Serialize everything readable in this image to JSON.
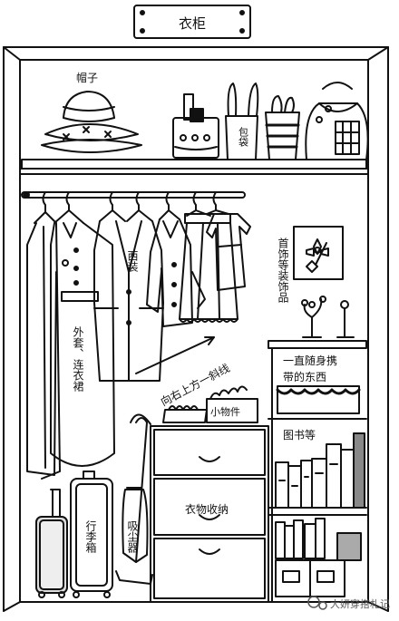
{
  "title": "衣柜",
  "labels": {
    "hat": "帽子",
    "bag": "包袋",
    "suit": "西装",
    "coat": "外套、连衣裙",
    "accessories": "首饰等装饰品",
    "carry": "一直随身携带的东西",
    "small_items": "小物件",
    "arrow": "向右上方一斜线",
    "books": "图书等",
    "storage": "衣物收纳",
    "luggage": "行李箱",
    "vacuum": "吸尘器"
  },
  "watermark": "大妍穿搭札记"
}
